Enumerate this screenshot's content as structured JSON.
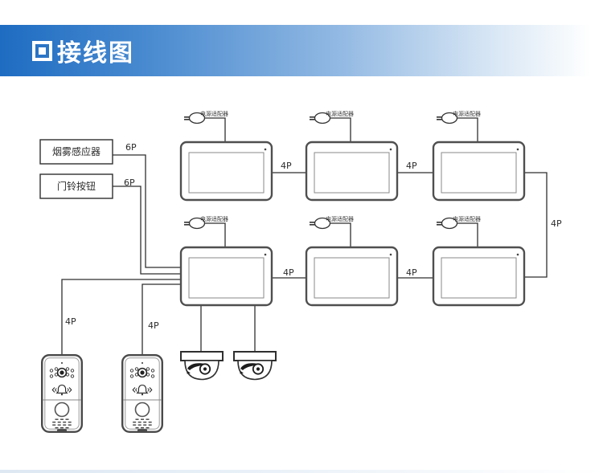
{
  "header": {
    "title": "接线图",
    "accent_color": "#1e6cc2"
  },
  "diagram": {
    "labels": {
      "power_adapter": "电源适配器",
      "smoke_sensor": "烟雾感应器",
      "doorbell_button": "门铃按钮",
      "wire_6p": "6P",
      "wire_4p": "4P"
    },
    "devices": {
      "indoor_monitors": 6,
      "door_stations": 2,
      "dome_cameras": 2,
      "power_adapters": 6
    },
    "connections": [
      {
        "from": "smoke-sensor",
        "to": "monitor-4",
        "wire": "6P"
      },
      {
        "from": "doorbell-button",
        "to": "monitor-4",
        "wire": "6P"
      },
      {
        "from": "door-station-1",
        "to": "monitor-4",
        "wire": "4P"
      },
      {
        "from": "door-station-2",
        "to": "monitor-4",
        "wire": "4P"
      },
      {
        "from": "dome-camera-1",
        "to": "monitor-4",
        "wire": ""
      },
      {
        "from": "dome-camera-2",
        "to": "monitor-4",
        "wire": ""
      },
      {
        "from": "monitor-1",
        "to": "monitor-2",
        "wire": "4P"
      },
      {
        "from": "monitor-2",
        "to": "monitor-3",
        "wire": "4P"
      },
      {
        "from": "monitor-3",
        "to": "monitor-6",
        "wire": "4P"
      },
      {
        "from": "monitor-4",
        "to": "monitor-5",
        "wire": "4P"
      },
      {
        "from": "monitor-5",
        "to": "monitor-6",
        "wire": "4P"
      },
      {
        "from": "power-adapter",
        "to": "every-monitor",
        "wire": ""
      }
    ],
    "line_color": "#2f2f2f"
  }
}
